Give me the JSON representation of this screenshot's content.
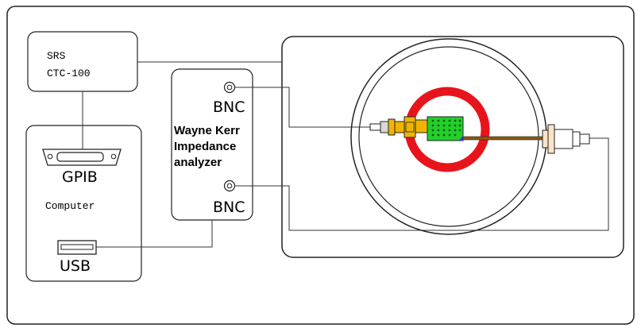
{
  "srs": {
    "line1": "SRS",
    "line2": "CTC-100"
  },
  "computer": {
    "label": "Computer",
    "gpib": "GPIB",
    "usb": "USB"
  },
  "analyzer": {
    "line1": "Wayne Kerr",
    "line2": "Impedance",
    "line3": "analyzer",
    "bnc_top": "BNC",
    "bnc_bottom": "BNC"
  },
  "colors": {
    "stroke": "#222222",
    "ring": "#e8141b",
    "sample": "#22d02a",
    "connector": "#f0b400",
    "rod": "#8a5a10",
    "plate": "#fbe3c8",
    "port": "#3a3ad8"
  }
}
